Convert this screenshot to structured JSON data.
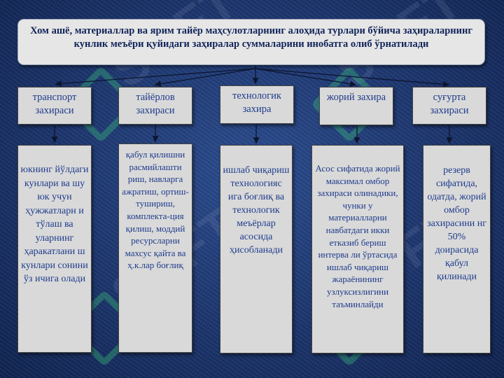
{
  "title": "Хом ашё, материаллар ва ярим тайёр маҳсулотларнинг алоҳида турлари бўйича заҳираларнинг кунлик меъёри қуйидаги заҳиралар суммаларини инобатга олиб ўрнатилади",
  "watermark": "SOFT",
  "colors": {
    "accent_text": "#1f3c8c",
    "title_text": "#11245a",
    "box_fill": "#d9d9d9",
    "background": "#1c3670"
  },
  "columns": [
    {
      "category": "транспорт захираси",
      "description": "юкнинг йўлдаги кунлари ва шу юк учун ҳужжатларн и тўлаш ва уларнинг ҳаракатлани ш кунлари сонини ўз ичига олади"
    },
    {
      "category": "тайёрлов захираси",
      "description": "қабул қилишни расмийлашти риш, навларга ажратиш, ортиш-тушириш, комплекта-ция қилиш, моддий ресурсларни махсус қайта ва ҳ.к.лар боғлиқ"
    },
    {
      "category": "технологик захира",
      "description": "ишлаб чиқариш технологияс ига боғлиқ ва технологик меъёрлар асосида ҳисобланади"
    },
    {
      "category": "жорий захира",
      "description": "Асос сифатида жорий максимал омбор захираси олинадики, чунки у материалларни навбатдаги икки етказиб бериш интерва ли ўртасида ишлаб чиқариш жараёнининг узлуксизлигини таъминлайди"
    },
    {
      "category": "суғурта захираси",
      "description": "резерв сифатида, одатда, жорий омбор захирасини нг 50% доирасида қабул қилинади"
    }
  ]
}
